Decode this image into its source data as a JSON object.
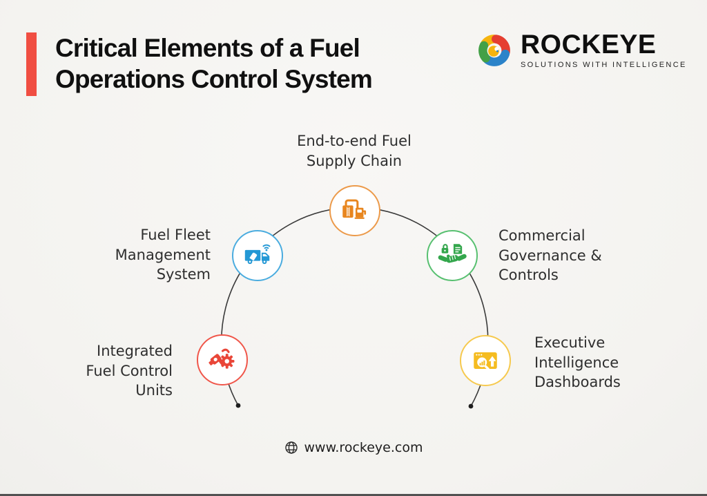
{
  "header": {
    "title_line1": "Critical Elements of a Fuel",
    "title_line2": "Operations Control System",
    "accent_bar_color": "#F04E42"
  },
  "logo": {
    "wordmark": "ROCKEYE",
    "tagline": "SOLUTIONS WITH INTELLIGENCE",
    "mark_icon": "rockeye-swirl-icon",
    "mark_colors": {
      "red": "#E53E30",
      "yellow": "#F6B40E",
      "blue": "#2B83C9",
      "green": "#43A047"
    }
  },
  "diagram": {
    "arc_color": "#3A3A3A",
    "endpoint_dot_color": "#1E1E1E",
    "nodes": [
      {
        "id": "end-to-end-fuel-supply-chain",
        "lines": [
          "End-to-end Fuel",
          "Supply Chain"
        ],
        "icon": "fuel-tank-and-pump-icon",
        "color": "#E8861F"
      },
      {
        "id": "fuel-fleet-management-system",
        "lines": [
          "Fuel Fleet",
          "Management",
          "System"
        ],
        "icon": "fuel-truck-wifi-icon",
        "color": "#2498D5"
      },
      {
        "id": "commercial-governance-controls",
        "lines": [
          "Commercial",
          "Governance &",
          "Controls"
        ],
        "icon": "handshake-lock-document-icon",
        "color": "#33A64C"
      },
      {
        "id": "integrated-fuel-control-units",
        "lines": [
          "Integrated",
          "Fuel Control",
          "Units"
        ],
        "icon": "fuel-nozzle-gear-icon",
        "color": "#E94638"
      },
      {
        "id": "executive-intelligence-dashboards",
        "lines": [
          "Executive",
          "Intelligence",
          "Dashboards"
        ],
        "icon": "dashboard-magnifier-arrow-icon",
        "color": "#F5BC20"
      }
    ]
  },
  "footer": {
    "website": "www.rockeye.com",
    "icon": "globe-icon"
  }
}
